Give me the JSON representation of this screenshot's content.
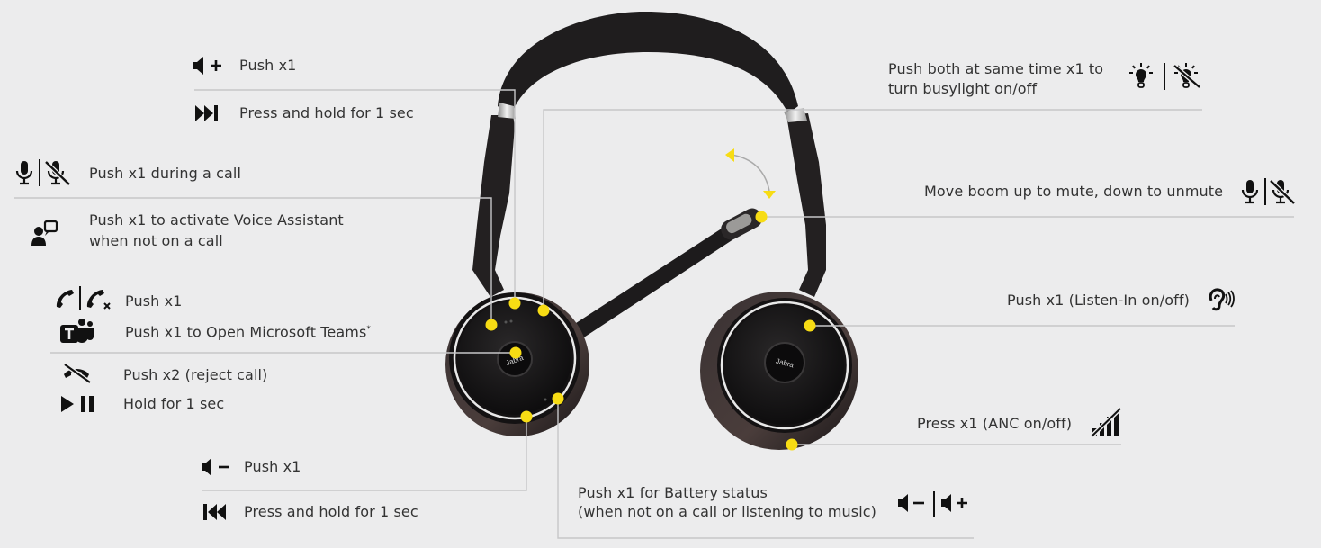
{
  "product": {
    "brand_label": "Jabra",
    "accent_color": "#f7dc14",
    "leader_line_color": "#c6c6c8",
    "headset_color": "#1c1a1b"
  },
  "left_callouts": [
    {
      "id": "volume-up",
      "icons": [
        "volume-up-icon"
      ],
      "label": "Push x1"
    },
    {
      "id": "next-track",
      "icons": [
        "next-track-icon"
      ],
      "label": "Press and hold for 1 sec"
    },
    {
      "id": "mute",
      "icons": [
        "microphone-icon",
        "microphone-muted-icon"
      ],
      "label": "Push x1 during a call"
    },
    {
      "id": "voice-assistant",
      "icons": [
        "voice-assistant-icon"
      ],
      "label_line1": "Push x1 to activate Voice Assistant",
      "label_line2": "when not on a call"
    },
    {
      "id": "answer-end",
      "icons": [
        "phone-answer-icon",
        "phone-end-icon"
      ],
      "label": "Push x1"
    },
    {
      "id": "teams",
      "icons": [
        "microsoft-teams-icon"
      ],
      "label": "Push x1 to Open Microsoft Teams",
      "footnote_mark": "*"
    },
    {
      "id": "reject",
      "icons": [
        "reject-call-icon"
      ],
      "label": "Push x2 (reject call)"
    },
    {
      "id": "play-pause",
      "icons": [
        "play-pause-icon"
      ],
      "label": "Hold for 1 sec"
    },
    {
      "id": "volume-down",
      "icons": [
        "volume-down-icon"
      ],
      "label": "Push x1"
    },
    {
      "id": "previous-track",
      "icons": [
        "previous-track-icon"
      ],
      "label": "Press and hold for 1 sec"
    }
  ],
  "right_callouts": [
    {
      "id": "busylight",
      "icons": [
        "busylight-on-icon",
        "busylight-off-icon"
      ],
      "label_line1": "Push both at same time x1 to",
      "label_line2": "turn busylight on/off"
    },
    {
      "id": "boom-mute",
      "icons": [
        "microphone-icon",
        "microphone-muted-icon"
      ],
      "label": "Move boom up to mute, down to unmute"
    },
    {
      "id": "listen-in",
      "icons": [
        "listen-in-icon"
      ],
      "label": "Push x1 (Listen-In on/off)"
    },
    {
      "id": "anc",
      "icons": [
        "anc-icon"
      ],
      "label": "Press x1 (ANC on/off)"
    }
  ],
  "bottom_callouts": [
    {
      "id": "battery",
      "icons": [
        "volume-down-icon",
        "volume-up-icon"
      ],
      "label_line1": "Push x1 for Battery status",
      "label_line2": "(when not on a call or listening to music)"
    }
  ]
}
